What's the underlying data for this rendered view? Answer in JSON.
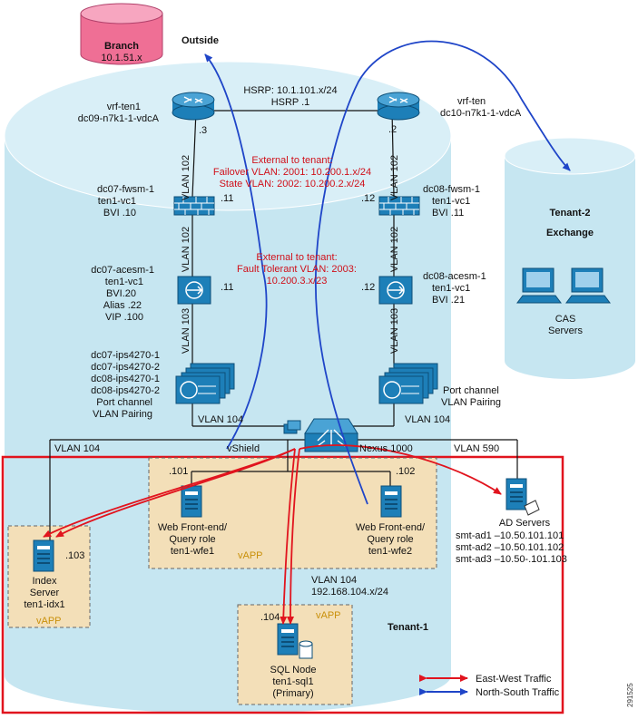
{
  "outside_label": "Outside",
  "branch": {
    "title": "Branch",
    "subnet": "10.1.51.x"
  },
  "hsrp": {
    "subnet": "HSRP: 10.1.101.x/24",
    "vip": "HSRP .1"
  },
  "left_router": {
    "line1": "vrf-ten1",
    "line2": "dc09-n7k1-1-vdcA",
    "addr": ".3"
  },
  "right_router": {
    "line1": "vrf-ten",
    "line2": "dc10-n7k1-1-vdcA",
    "addr": ".2"
  },
  "ext_fw": {
    "line1": "External to tenant:",
    "line2": "Failover VLAN: 2001: 10.200.1.x/24",
    "line3": "State VLAN: 2002: 10.200.2.x/24"
  },
  "left_fwsm": {
    "line1": "dc07-fwsm-1",
    "line2": "ten1-vc1",
    "line3": "BVI .10",
    "addr": ".11"
  },
  "right_fwsm": {
    "line1": "dc08-fwsm-1",
    "line2": "ten1-vc1",
    "line3": "BVI .11",
    "addr": ".12"
  },
  "ext_ace": {
    "line1": "External to tenant:",
    "line2": "Fault Tolerant VLAN: 2003:",
    "line3": "10.200.3.x/23"
  },
  "left_ace": {
    "line1": "dc07-acesm-1",
    "line2": "ten1-vc1",
    "line3": "BVI.20",
    "line4": "Alias .22",
    "line5": "VIP .100",
    "addr": ".11"
  },
  "right_ace": {
    "line1": "dc08-acesm-1",
    "line2": "ten1-vc1",
    "line3": "BVI .21",
    "addr": ".12"
  },
  "left_ips": {
    "line1": "dc07-ips4270-1",
    "line2": "dc07-ips4270-2",
    "line3": "dc08-ips4270-1",
    "line4": "dc08-ips4270-2",
    "line5": "Port channel",
    "line6": "VLAN Pairing"
  },
  "right_ips": {
    "line1": "Port channel",
    "line2": "VLAN Pairing"
  },
  "vlans": {
    "v102": "VLAN 102",
    "v103": "VLAN 103",
    "v104": "VLAN 104",
    "v590": "VLAN 590"
  },
  "vshield": "vShield",
  "nexus": "Nexus 1000",
  "tenant2": {
    "title": "Tenant-2",
    "sub": "Exchange",
    "cas1": "CAS",
    "cas2": "Servers"
  },
  "tenant1": "Tenant-1",
  "wfe1": {
    "addr": ".101",
    "line1": "Web Front-end/",
    "line2": "Query role",
    "line3": "ten1-wfe1"
  },
  "wfe2": {
    "addr": ".102",
    "line1": "Web Front-end/",
    "line2": "Query role",
    "line3": "ten1-wfe2"
  },
  "vapp": "vAPP",
  "idx": {
    "addr": ".103",
    "line1": "Index",
    "line2": "Server",
    "line3": "ten1-idx1"
  },
  "ad": {
    "title": "AD Servers",
    "s1": "smt-ad1 –10.50.101.101",
    "s2": "smt-ad2 –10.50.101.102",
    "s3": "smt-ad3 –10.50-.101.103"
  },
  "subnet104": {
    "line1": "VLAN 104",
    "line2": "192.168.104.x/24"
  },
  "sql": {
    "addr": ".104",
    "line1": "SQL Node",
    "line2": "ten1-sql1",
    "line3": "(Primary)"
  },
  "legend": {
    "ew": "East-West Traffic",
    "ns": "North-South Traffic"
  },
  "figure_id": "291525",
  "colors": {
    "cloud": "#c6e6f1",
    "branch": "#ef6f95",
    "device": "#1d7fb8",
    "vapp": "#f3dfb8",
    "red": "#e1141e",
    "blue": "#1f45c8"
  }
}
